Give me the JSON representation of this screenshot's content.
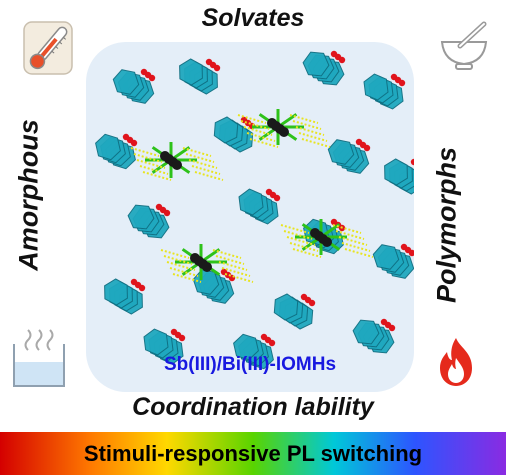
{
  "labels": {
    "top": "Solvates",
    "bottom": "Coordination lability",
    "left": "Amorphous",
    "right": "Polymorphs"
  },
  "panel": {
    "caption": "Sb(III)/Bi(III)-IOMHs"
  },
  "banner": {
    "text": "Stimuli-responsive PL switching"
  },
  "icons": {
    "top_left": "thermometer-icon",
    "top_right": "mortar-and-pestle-icon",
    "bottom_left": "solvent-beaker-icon",
    "bottom_right": "flame-icon"
  },
  "colors": {
    "banner_gradient": [
      "#d40000",
      "#ff7a00",
      "#ffd800",
      "#59d400",
      "#00c8d8",
      "#2d55ff",
      "#8a2be2"
    ],
    "caption": "#1818e0",
    "panel_background": "#e4eef8",
    "cation_rings": "#1fa8bf",
    "oxygen_atoms": "#e0141c",
    "metal_centers": "#1a1a1a",
    "halide_links": "#e8e420",
    "coordination_bonds": "#2ec21a"
  }
}
